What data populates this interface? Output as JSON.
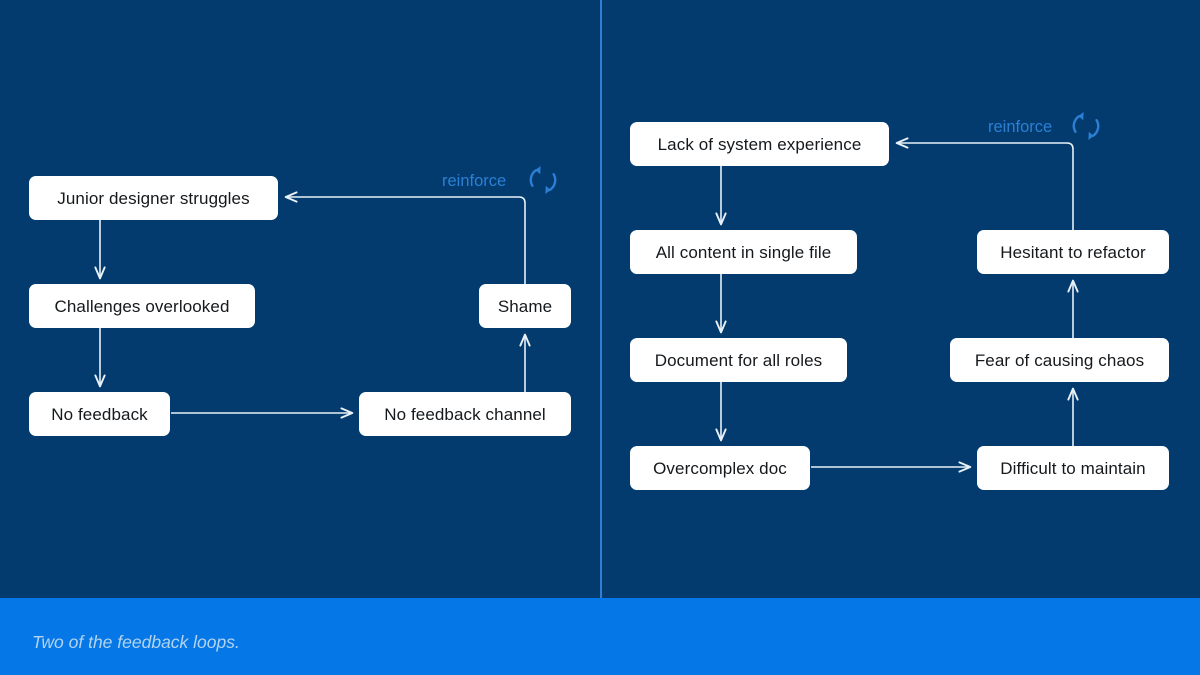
{
  "colors": {
    "background": "#033B6E",
    "caption_bar": "#0577E6",
    "accent": "#2C7FD4",
    "node_fill": "#FFFFFF",
    "node_text": "#15191C",
    "wire": "#E8F1F8",
    "caption_text": "#B3D3F0",
    "divider": "#2C7FD4"
  },
  "caption": {
    "text": "Two of the feedback loops."
  },
  "diagrams": [
    {
      "id": "left-loop",
      "loop_label": "reinforce",
      "loop_icon": "cycle-arrows-icon",
      "nodes": [
        {
          "id": "junior-designer-struggles",
          "label": "Junior designer struggles"
        },
        {
          "id": "challenges-overlooked",
          "label": "Challenges overlooked"
        },
        {
          "id": "no-feedback",
          "label": "No feedback"
        },
        {
          "id": "no-feedback-channel",
          "label": "No feedback channel"
        },
        {
          "id": "shame",
          "label": "Shame"
        }
      ],
      "edges": [
        {
          "from": "junior-designer-struggles",
          "to": "challenges-overlooked"
        },
        {
          "from": "challenges-overlooked",
          "to": "no-feedback"
        },
        {
          "from": "no-feedback",
          "to": "no-feedback-channel"
        },
        {
          "from": "no-feedback-channel",
          "to": "shame"
        },
        {
          "from": "shame",
          "to": "junior-designer-struggles"
        }
      ]
    },
    {
      "id": "right-loop",
      "loop_label": "reinforce",
      "loop_icon": "cycle-arrows-icon",
      "nodes": [
        {
          "id": "lack-of-system-experience",
          "label": "Lack of system experience"
        },
        {
          "id": "all-content-in-single-file",
          "label": "All content in single file"
        },
        {
          "id": "document-for-all-roles",
          "label": "Document for all roles"
        },
        {
          "id": "overcomplex-doc",
          "label": "Overcomplex doc"
        },
        {
          "id": "difficult-to-maintain",
          "label": "Difficult to maintain"
        },
        {
          "id": "fear-of-causing-chaos",
          "label": "Fear of causing chaos"
        },
        {
          "id": "hesitant-to-refactor",
          "label": "Hesitant to refactor"
        }
      ],
      "edges": [
        {
          "from": "lack-of-system-experience",
          "to": "all-content-in-single-file"
        },
        {
          "from": "all-content-in-single-file",
          "to": "document-for-all-roles"
        },
        {
          "from": "document-for-all-roles",
          "to": "overcomplex-doc"
        },
        {
          "from": "overcomplex-doc",
          "to": "difficult-to-maintain"
        },
        {
          "from": "difficult-to-maintain",
          "to": "fear-of-causing-chaos"
        },
        {
          "from": "fear-of-causing-chaos",
          "to": "hesitant-to-refactor"
        },
        {
          "from": "hesitant-to-refactor",
          "to": "lack-of-system-experience"
        }
      ]
    }
  ]
}
